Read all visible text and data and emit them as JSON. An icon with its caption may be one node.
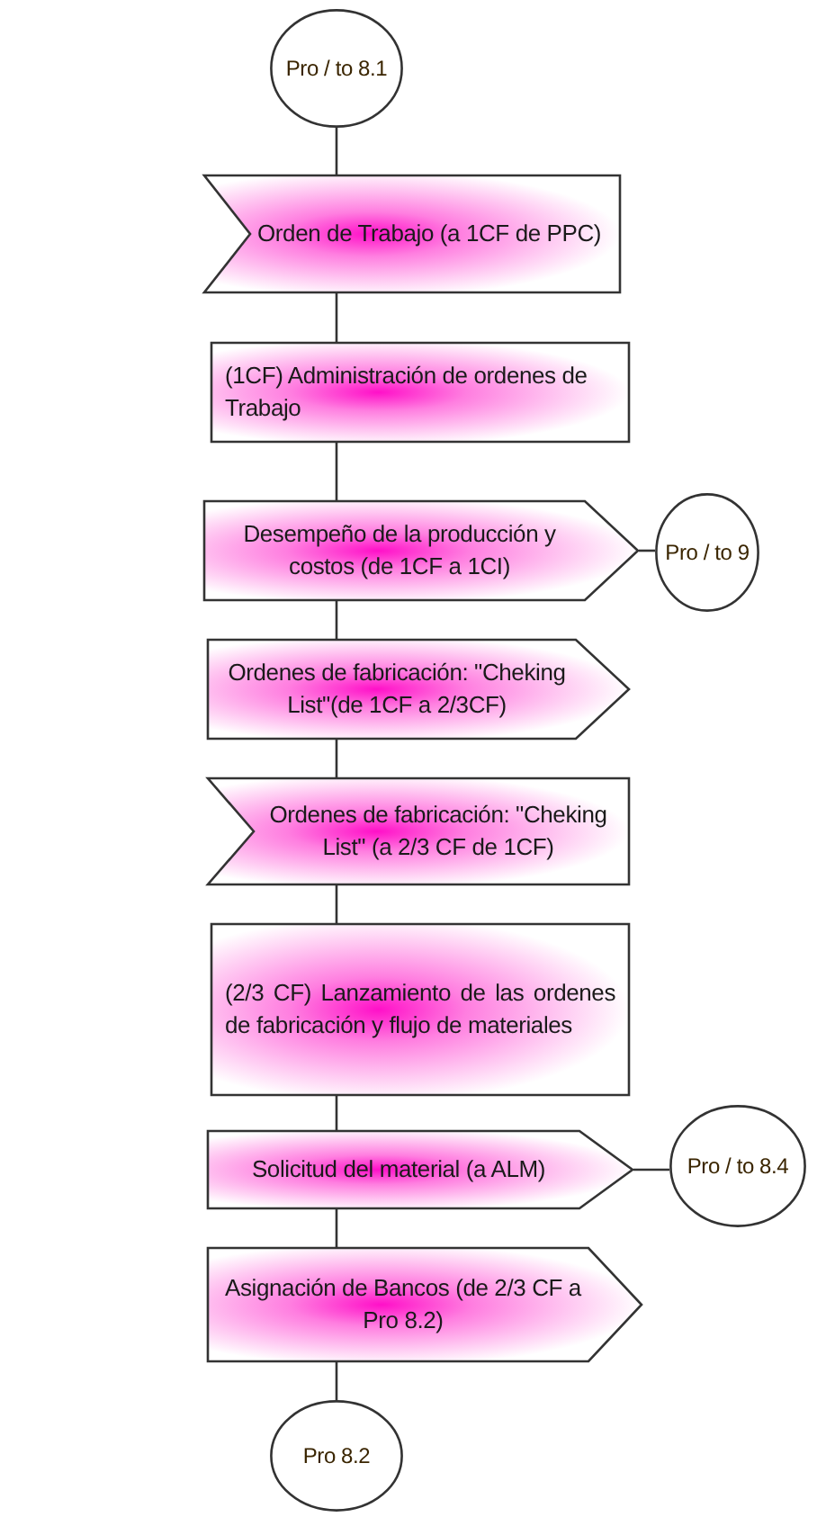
{
  "diagram": {
    "nodes": [
      {
        "text": [
          "Pro / to 8.1"
        ]
      },
      {
        "text": [
          "Orden de Trabajo (a 1CF de PPC)"
        ]
      },
      {
        "text": [
          "(1CF) Administración de ordenes de Trabajo"
        ]
      },
      {
        "text": [
          "Desempeño de la producción y costos (de 1CF a 1CI)"
        ]
      },
      {
        "text": [
          "Pro / to 9"
        ]
      },
      {
        "text": [
          "Ordenes de fabricación: \"Cheking List\"(de 1CF a 2/3CF)"
        ]
      },
      {
        "text": [
          "Ordenes de fabricación: \"Cheking List\" (a 2/3 CF de 1CF)"
        ]
      },
      {
        "text": [
          "(2/3 CF) Lanzamiento de las ordenes de fabricación y flujo de materiales"
        ]
      },
      {
        "text": [
          "Solicitud del material (a ALM)"
        ]
      },
      {
        "text": [
          "Pro / to 8.4"
        ]
      },
      {
        "text": [
          "Asignación de Bancos (de 2/3 CF a Pro 8.2)"
        ]
      },
      {
        "text": [
          "Pro 8.2"
        ]
      }
    ],
    "edges": [
      {
        "from": 0,
        "to": 1,
        "arrow": "none"
      },
      {
        "from": 1,
        "to": 2,
        "arrow": "none"
      },
      {
        "from": 2,
        "to": 3,
        "arrow": "none"
      },
      {
        "from": 3,
        "to": 4,
        "arrow": "none"
      },
      {
        "from": 3,
        "to": 5,
        "arrow": "none"
      },
      {
        "from": 5,
        "to": 6,
        "arrow": "none"
      },
      {
        "from": 6,
        "to": 7,
        "arrow": "none"
      },
      {
        "from": 7,
        "to": 8,
        "arrow": "none"
      },
      {
        "from": 8,
        "to": 9,
        "arrow": "none"
      },
      {
        "from": 8,
        "to": 10,
        "arrow": "none"
      },
      {
        "from": 10,
        "to": 11,
        "arrow": "none"
      }
    ]
  }
}
